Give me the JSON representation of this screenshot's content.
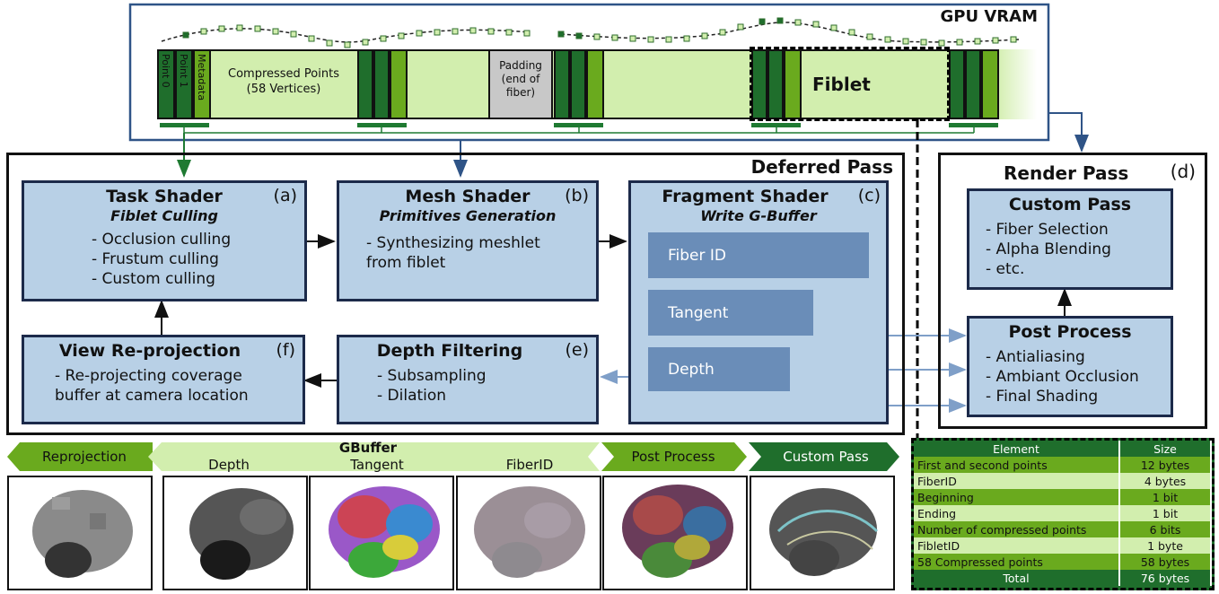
{
  "gpu_vram": {
    "title": "GPU VRAM",
    "segments": {
      "point0": "Point 0",
      "point1": "Point 1",
      "metadata": "Metadata",
      "compressed": "Compressed Points",
      "compressed_sub": "(58 Vertices)",
      "padding": "Padding (end of fiber)",
      "fiblet": "Fiblet"
    }
  },
  "deferred_pass": {
    "title": "Deferred Pass",
    "task_shader": {
      "title": "Task Shader",
      "subtitle": "Fiblet Culling",
      "tag": "(a)",
      "items": [
        "- Occlusion culling",
        "- Frustum culling",
        "- Custom culling"
      ]
    },
    "mesh_shader": {
      "title": "Mesh Shader",
      "subtitle": "Primitives Generation",
      "tag": "(b)",
      "items": [
        "- Synthesizing meshlet",
        "from fiblet"
      ]
    },
    "fragment_shader": {
      "title": "Fragment Shader",
      "subtitle": "Write G-Buffer",
      "tag": "(c)",
      "buffers": [
        "Fiber ID",
        "Tangent",
        "Depth"
      ]
    },
    "depth_filtering": {
      "title": "Depth Filtering",
      "tag": "(e)",
      "items": [
        "- Subsampling",
        "- Dilation"
      ]
    },
    "view_reprojection": {
      "title": "View Re-projection",
      "tag": "(f)",
      "items": [
        "- Re-projecting coverage",
        "buffer at camera location"
      ]
    }
  },
  "render_pass": {
    "title": "Render Pass",
    "tag": "(d)",
    "custom_pass": {
      "title": "Custom Pass",
      "items": [
        "- Fiber Selection",
        "- Alpha Blending",
        "- etc."
      ]
    },
    "post_process": {
      "title": "Post Process",
      "items": [
        "- Antialiasing",
        "- Ambiant Occlusion",
        "- Final Shading"
      ]
    }
  },
  "banners": {
    "reprojection": "Reprojection",
    "gbuffer": "GBuffer",
    "depth": "Depth",
    "tangent": "Tangent",
    "fiberid": "FiberID",
    "post_process": "Post Process",
    "custom_pass": "Custom Pass"
  },
  "size_table": {
    "headers": [
      "Element",
      "Size"
    ],
    "rows": [
      [
        "First and second points",
        "12 bytes"
      ],
      [
        "FiberID",
        "4 bytes"
      ],
      [
        "Beginning",
        "1 bit"
      ],
      [
        "Ending",
        "1 bit"
      ],
      [
        "Number of compressed points",
        "6 bits"
      ],
      [
        "FibletID",
        "1 byte"
      ],
      [
        "58 Compressed points",
        "58 bytes"
      ]
    ],
    "total": [
      "Total",
      "76 bytes"
    ]
  },
  "colors": {
    "dark_green": "#1f6e2c",
    "mid_green": "#6aaa1e",
    "light_green": "#d2eeae",
    "box_blue": "#b8d0e6",
    "gbuffer_blue": "#6a8db8",
    "arrow_blue": "#2f5487"
  }
}
